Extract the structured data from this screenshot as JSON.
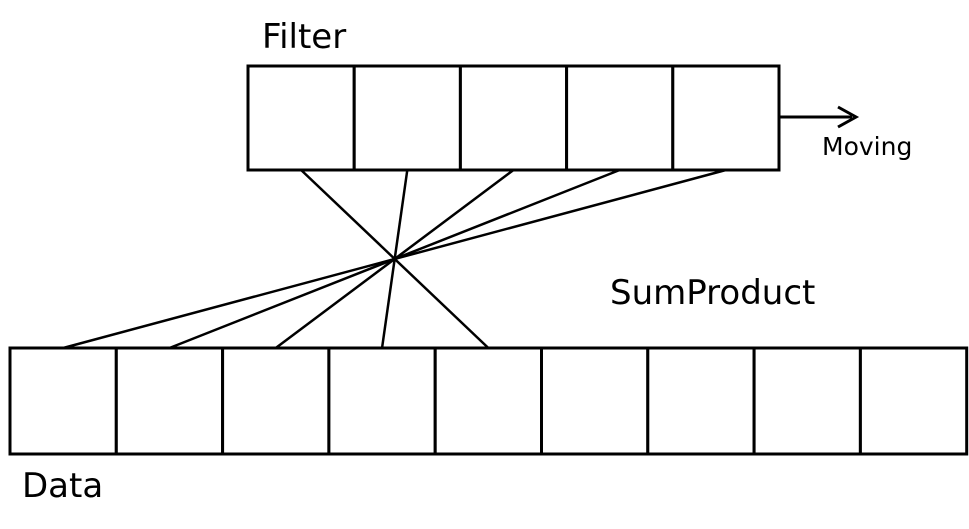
{
  "labels": {
    "filter": "Filter",
    "data": "Data",
    "operation": "SumProduct",
    "motion": "Moving"
  },
  "filter_cell_count": 5,
  "data_cell_count": 9,
  "colors": {
    "stroke": "#000000",
    "cell_fill": "#ffffff",
    "background": "#ffffff"
  }
}
